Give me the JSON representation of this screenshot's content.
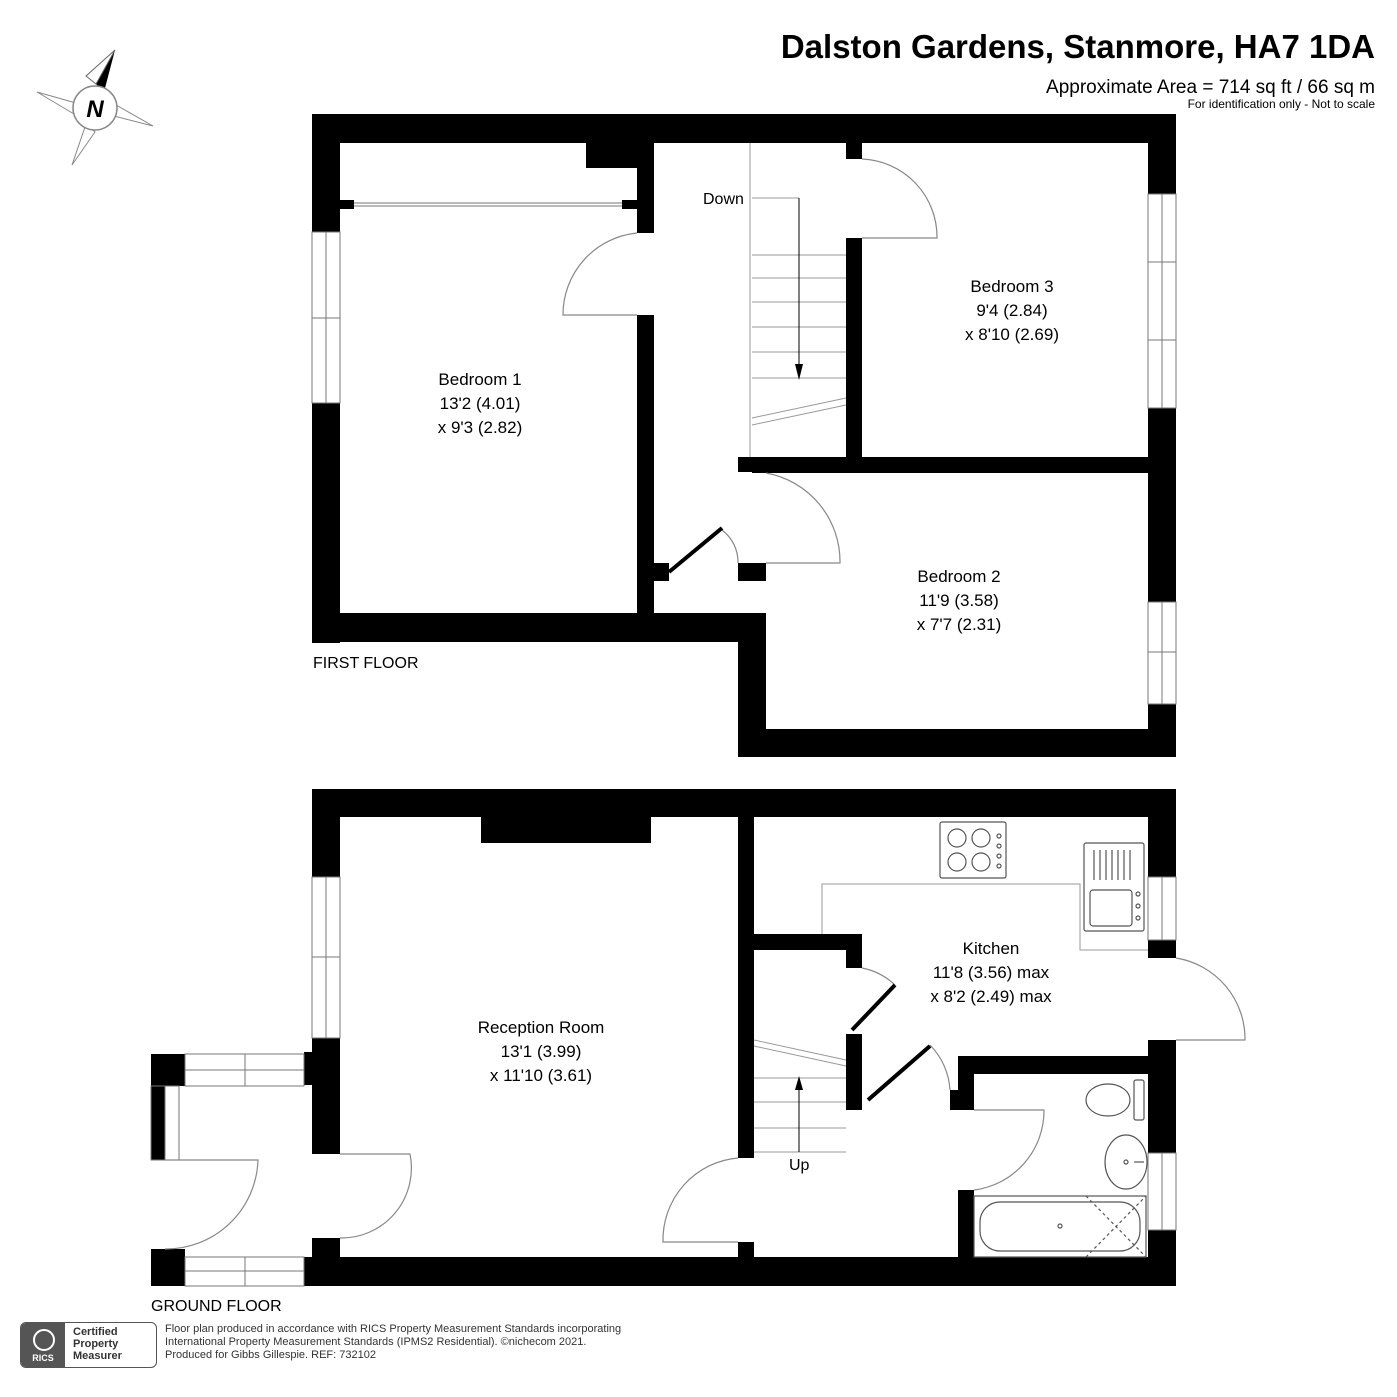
{
  "header": {
    "title": "Dalston Gardens, Stanmore, HA7 1DA",
    "area": "Approximate Area = 714 sq ft / 66 sq m",
    "disclaimer": "For identification only - Not to scale"
  },
  "compass": {
    "label": "N"
  },
  "first_floor": {
    "label": "FIRST FLOOR",
    "stair_label": "Down",
    "rooms": [
      {
        "name": "Bedroom 1",
        "dim1": "13'2 (4.01)",
        "dim2": "x 9'3 (2.82)"
      },
      {
        "name": "Bedroom 3",
        "dim1": "9'4 (2.84)",
        "dim2": "x 8'10 (2.69)"
      },
      {
        "name": "Bedroom 2",
        "dim1": "11'9 (3.58)",
        "dim2": "x 7'7 (2.31)"
      }
    ]
  },
  "ground_floor": {
    "label": "GROUND FLOOR",
    "stair_label": "Up",
    "rooms": [
      {
        "name": "Reception Room",
        "dim1": "13'1 (3.99)",
        "dim2": "x 11'10 (3.61)"
      },
      {
        "name": "Kitchen",
        "dim1": "11'8 (3.56) max",
        "dim2": "x 8'2 (2.49) max"
      }
    ]
  },
  "badge": {
    "logo_text": "RICS",
    "line1": "Certified",
    "line2": "Property",
    "line3": "Measurer"
  },
  "footer": {
    "line1": "Floor plan produced in accordance with RICS Property Measurement Standards incorporating",
    "line2": "International Property Measurement Standards (IPMS2 Residential).  ©nichecom 2021.",
    "line3": "Produced for Gibbs Gillespie.   REF:  732102"
  },
  "colors": {
    "wall": "#000000",
    "fixture": "#7a7a7a",
    "footer_text": "#333333"
  }
}
